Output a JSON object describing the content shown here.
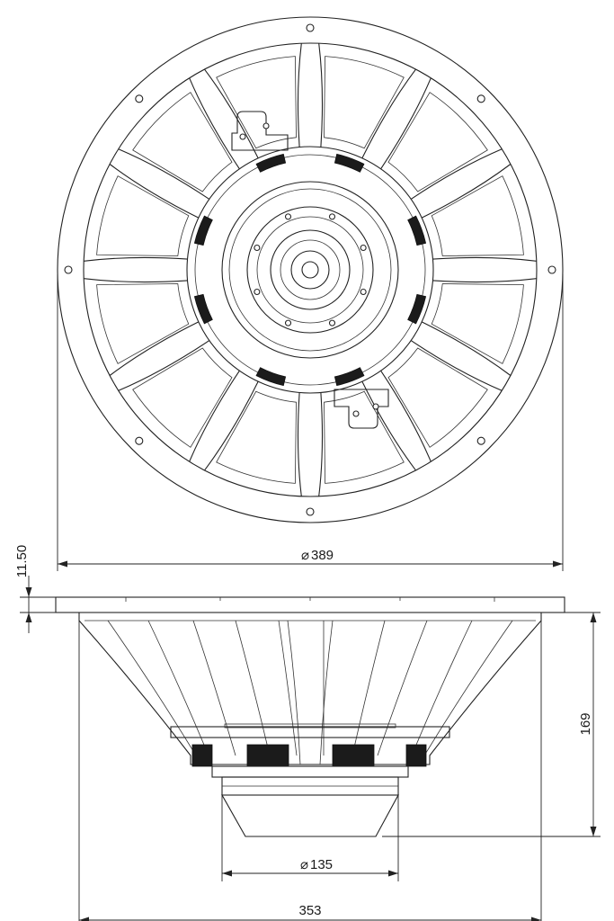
{
  "dimensions": {
    "frame_diameter": "389",
    "flange_thickness": "11.50",
    "overall_depth": "169",
    "magnet_diameter": "135",
    "basket_width": "353"
  },
  "symbols": {
    "diameter": "⌀"
  },
  "colors": {
    "line": "#222222",
    "fill_dark": "#1b1b1b",
    "background": "#ffffff"
  }
}
